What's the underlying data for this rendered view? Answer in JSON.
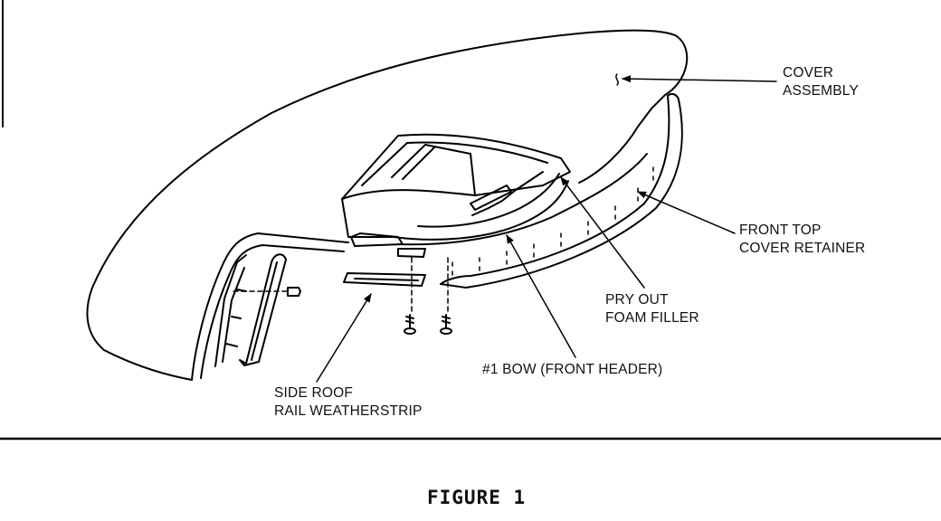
{
  "labels": {
    "cover_assembly": [
      "COVER",
      "ASSEMBLY"
    ],
    "front_top_cover_retainer": [
      "FRONT TOP",
      "COVER RETAINER"
    ],
    "pry_out_foam_filler": [
      "PRY OUT",
      "FOAM FILLER"
    ],
    "bow_front_header": "#1 BOW (FRONT HEADER)",
    "side_roof_rail_weatherstrip": [
      "SIDE ROOF",
      "RAIL WEATHERSTRIP"
    ]
  },
  "caption": "FIGURE 1"
}
